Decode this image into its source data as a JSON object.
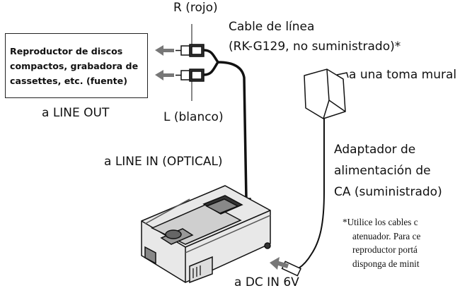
{
  "labels": {
    "r_rojo": "R (rojo)",
    "cable": "Cable de línea",
    "cable_model": "(RK-G129, no suministrado)*",
    "source_lines": [
      "Reproductor de discos",
      "compactos, grabadora de",
      "cassettes, etc. (fuente)"
    ],
    "line_out": "a LINE OUT",
    "l_blanco": "L (blanco)",
    "toma_mural": "a una toma mural",
    "line_in": "a LINE IN (OPTICAL)",
    "adapter_lines": [
      "Adaptador de",
      "alimentación de",
      "CA (suministrado)"
    ],
    "dc_in": "a DC IN 6V"
  },
  "footnote": {
    "lines": [
      "*Utilice los cables c",
      "atenuador. Para ce",
      "reproductor portá",
      "disponga de minit"
    ]
  }
}
